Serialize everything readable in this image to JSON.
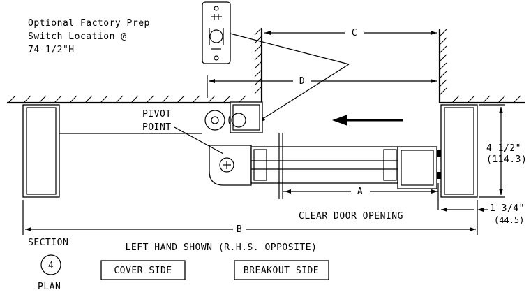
{
  "notes": {
    "switch_line1": "Optional Factory Prep",
    "switch_line2": "Switch Location @",
    "switch_line3": "74-1/2\"H",
    "pivot_line1": "PIVOT",
    "pivot_line2": "POINT",
    "clear_opening": "CLEAR DOOR OPENING",
    "hand_note": "LEFT HAND SHOWN (R.H.S. OPPOSITE)"
  },
  "dimensions": {
    "a": "A",
    "b": "B",
    "c": "C",
    "d": "D",
    "depth_imperial": "4 1/2\"",
    "depth_metric": "(114.3)",
    "jamb_imperial": "1 3/4\"",
    "jamb_metric": "(44.5)"
  },
  "section": {
    "title": "SECTION",
    "number": "4",
    "view": "PLAN"
  },
  "legend": {
    "cover_side": "COVER SIDE",
    "breakout_side": "BREAKOUT SIDE"
  }
}
